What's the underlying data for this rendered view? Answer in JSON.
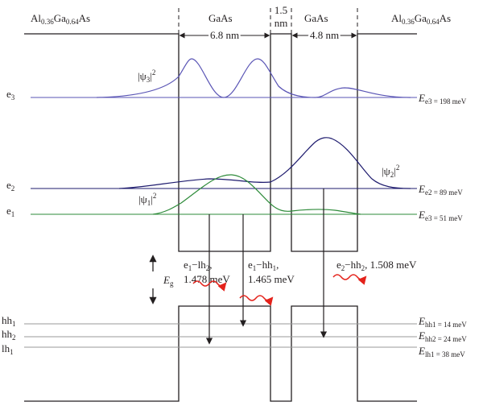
{
  "regions": {
    "barrier_left": "Al0.36Ga0.64As",
    "well_left": "GaAs",
    "well_right": "GaAs",
    "barrier_right": "Al0.36Ga0.64As"
  },
  "dimensions": {
    "well_left_width": "6.8 nm",
    "barrier_width_value": "1.5",
    "barrier_width_unit": "nm",
    "well_right_width": "4.8 nm"
  },
  "wavefunctions": {
    "psi3": "|ψ3|2",
    "psi2": "|ψ2|2",
    "psi1": "|ψ1|2"
  },
  "level_names": {
    "e3": "e3",
    "e2": "e2",
    "e1": "e1",
    "hh1": "hh1",
    "hh2": "hh2",
    "lh1": "lh1"
  },
  "energies": {
    "e3": "Ee3 = 198 meV",
    "e2": "Ee2 = 89 meV",
    "e1": "Ee3 = 51 meV",
    "hh1": "Ehh1 = 14 meV",
    "hh2": "Ehh2 = 24 meV",
    "lh1": "Elh1 = 38 meV"
  },
  "transitions": {
    "t1_name": "e1−lh2,",
    "t1_value": "1.478 meV",
    "t2_name": "e1−hh1,",
    "t2_value": "1.465 meV",
    "t3": "e2−hh2, 1.508 meV"
  },
  "gap_label": "Eg",
  "colors": {
    "band": "#231f20",
    "e3_curve": "#5a55b5",
    "e2_curve": "#1e1b6e",
    "e1_curve": "#2e8b3a",
    "emission": "#e4221b",
    "hole_levels": "#9a9a9a"
  }
}
